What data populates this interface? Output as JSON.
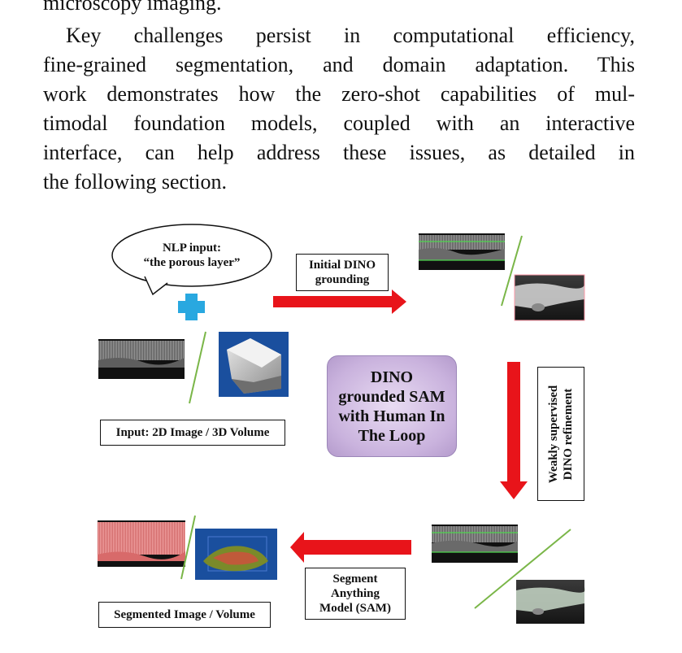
{
  "paragraph_top": "microscopy imaging.",
  "paragraph_main": [
    "Key challenges persist in computational efficiency,",
    "fine-grained segmentation, and domain adaptation. This",
    "work demonstrates how the zero-shot capabilities of mul-",
    "timodal foundation models, coupled with an interactive",
    "interface, can help address these issues, as detailed in",
    "the following section."
  ],
  "figure": {
    "nlp_bubble": {
      "line1": "NLP input:",
      "line2": "“the porous layer”"
    },
    "initial_grounding": {
      "line1": "Initial DINO",
      "line2": "grounding"
    },
    "input_label": "Input: 2D Image / 3D Volume",
    "center": {
      "line1": "DINO",
      "line2": "grounded SAM",
      "line3": "with Human In",
      "line4": "The Loop"
    },
    "weak_refinement": {
      "line1": "Weakly supervised",
      "line2": "DINO refinement"
    },
    "sam": {
      "line1": "Segment",
      "line2": "Anything",
      "line3": "Model (SAM)"
    },
    "segmented_label": "Segmented Image / Volume"
  },
  "colors": {
    "arrow_red": "#e8141a",
    "plus_blue": "#29a8e0",
    "green_line": "#7ab648",
    "volume_blue": "#1a4f9e"
  }
}
